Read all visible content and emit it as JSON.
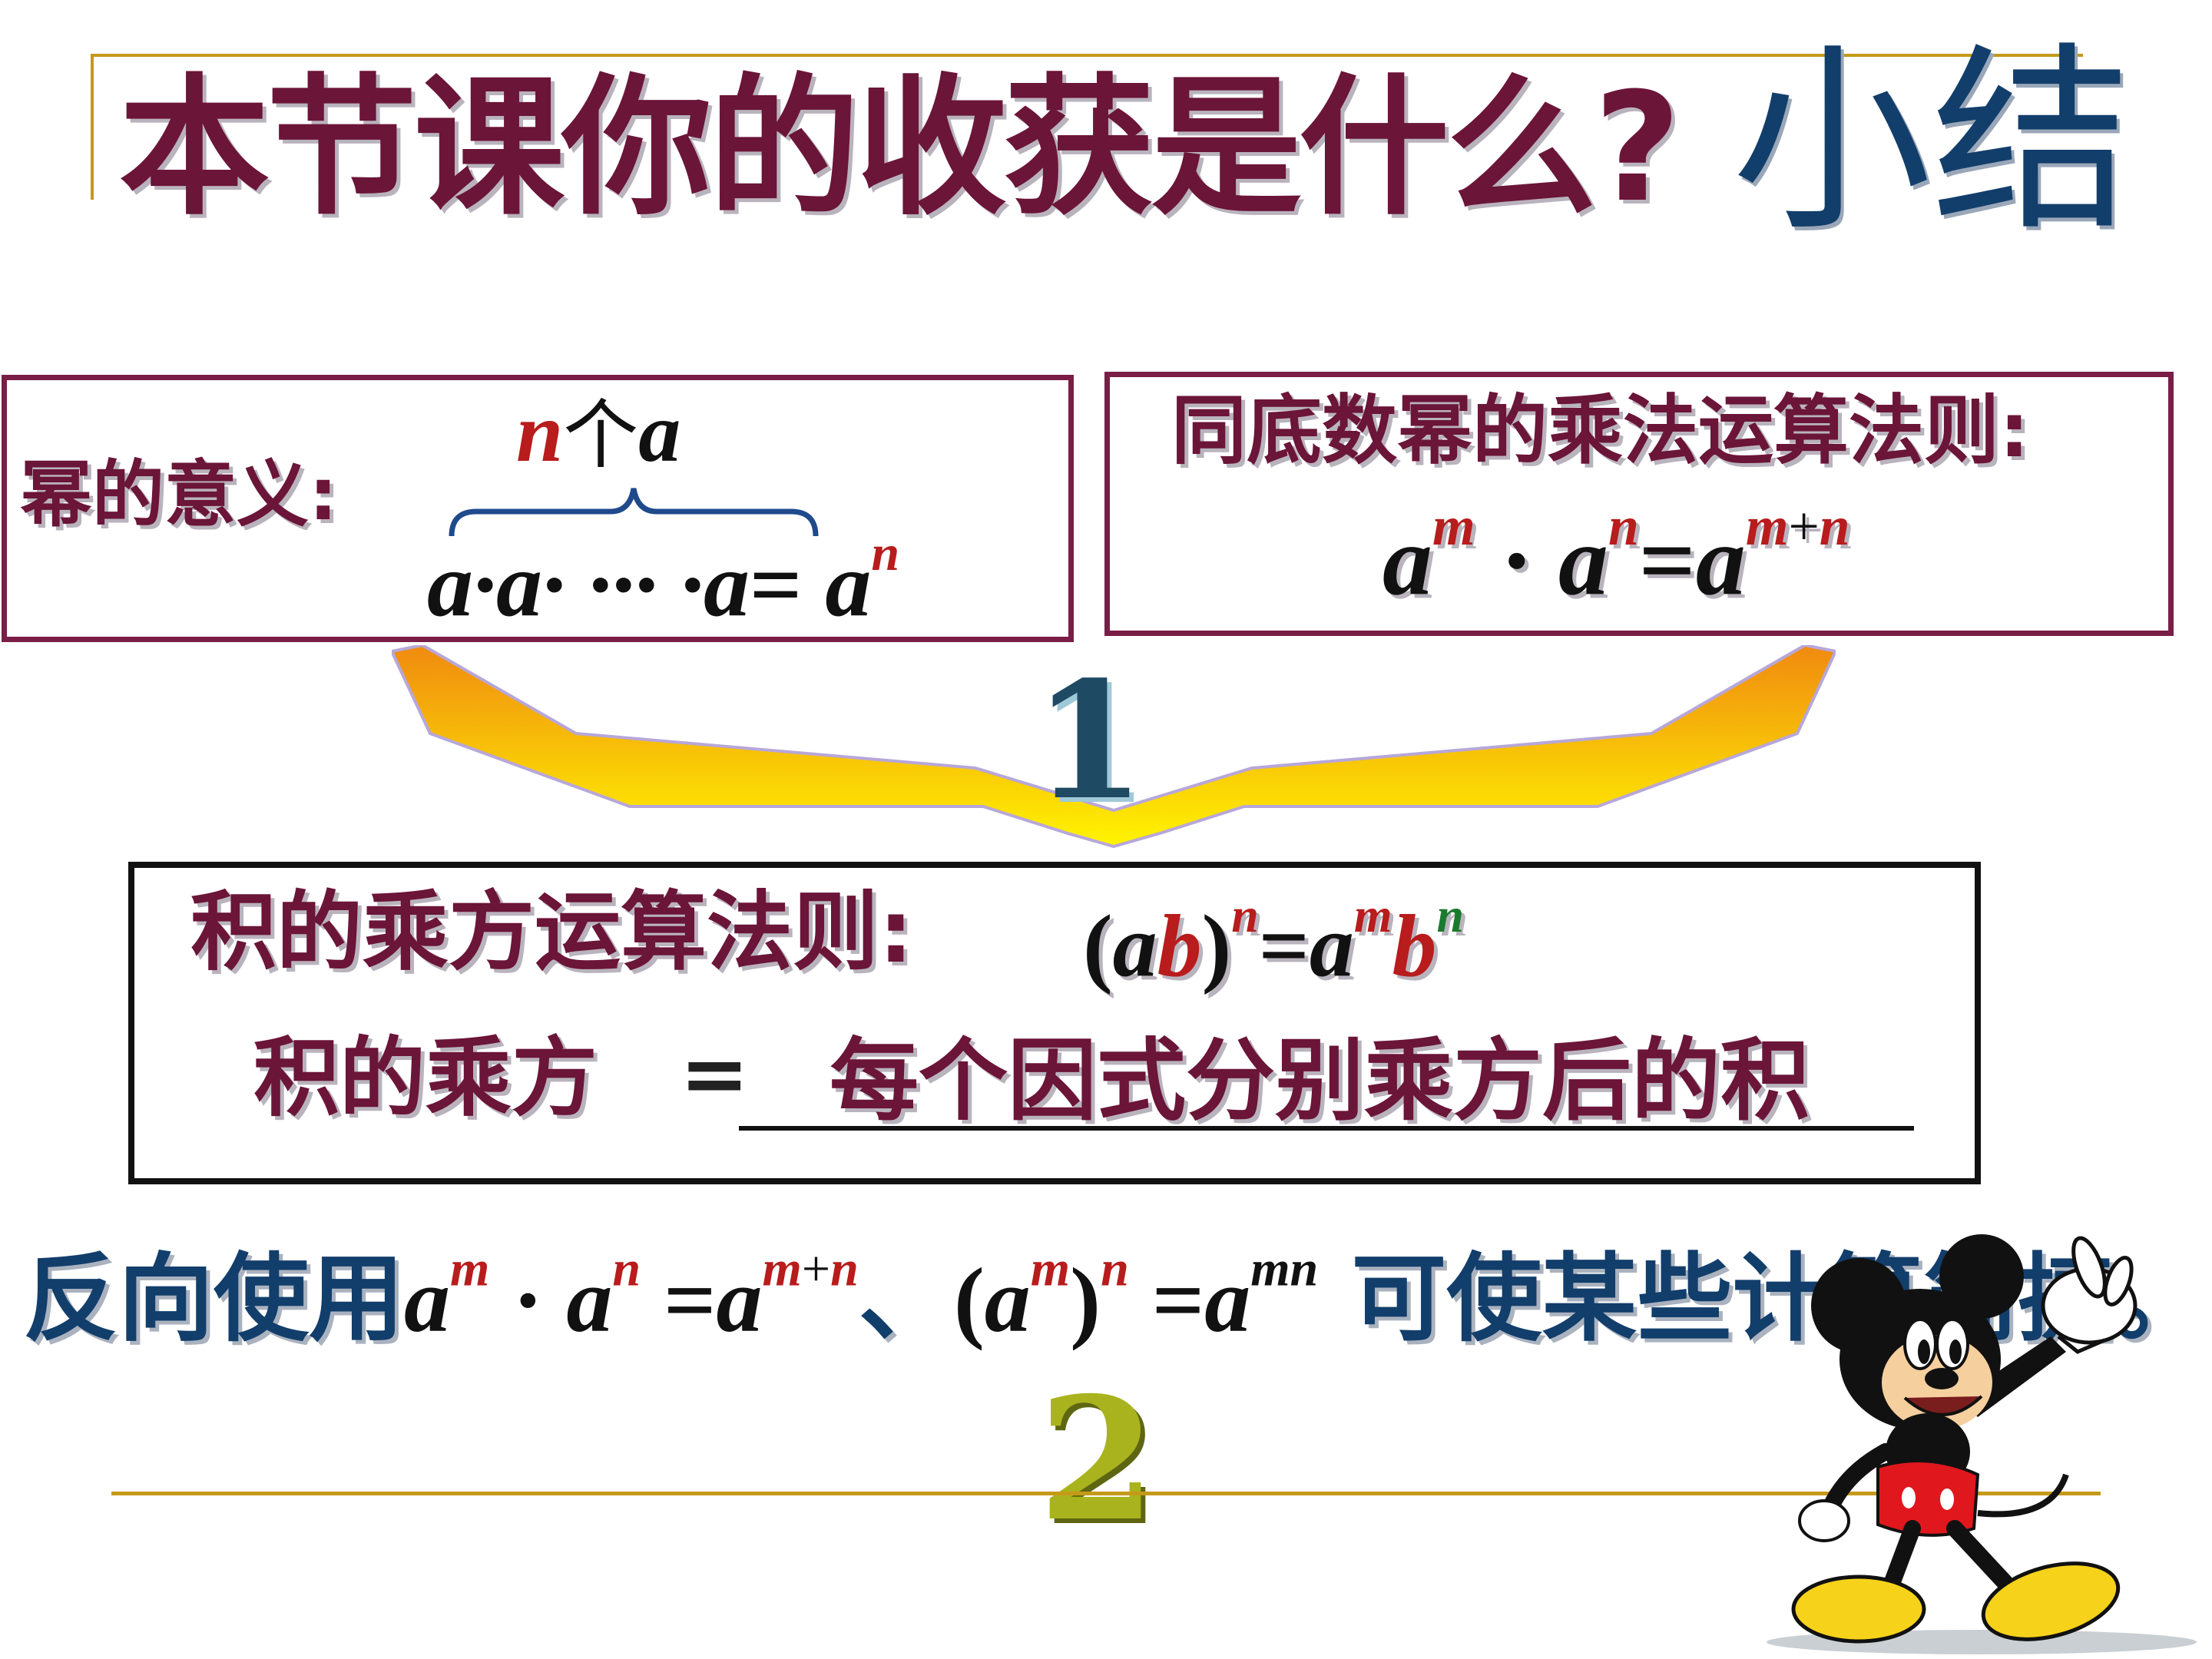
{
  "title": "本节课你的收获是什么?",
  "summary_label": "小结",
  "power_meaning": {
    "label": "幂的意义:",
    "count_n": "n",
    "count_text": "个",
    "count_a": "a",
    "product": "a·a· ··· ·a",
    "equals": "=",
    "result_base": "a",
    "result_exp": "n"
  },
  "same_base_rule": {
    "title": "同底数幂的乘法运算法则:",
    "base1": "a",
    "exp1": "m",
    "dot": "·",
    "base2": "a",
    "exp2": "n",
    "equals": "=",
    "base3": "a",
    "exp3_m": "m",
    "exp3_plus": "+",
    "exp3_n": "n"
  },
  "product_power_rule": {
    "title": "积的乘方运算法则:",
    "lparen": "(",
    "a": "a",
    "b": "b",
    "rparen": ")",
    "exp": "n",
    "equals": "=",
    "rhs_a": "a",
    "rhs_a_exp": "m",
    "rhs_b": "b",
    "rhs_b_exp": "n",
    "statement_lhs": "积的乘方",
    "statement_eq": "=",
    "statement_rhs": "每个因式分别乘方后的积"
  },
  "reverse_use": {
    "prefix": "反向使用",
    "f1_base1": "a",
    "f1_exp1": "m",
    "f1_dot": "·",
    "f1_base2": "a",
    "f1_exp2": "n",
    "f1_equals": "=",
    "f1_base3": "a",
    "f1_exp3_m": "m",
    "f1_exp3_plus": "+",
    "f1_exp3_n": "n",
    "separator": "、",
    "f2_lparen": "(",
    "f2_base": "a",
    "f2_inner_exp": "m",
    "f2_rparen": ")",
    "f2_outer_exp": "n",
    "f2_equals": "=",
    "f2_rhs_base": "a",
    "f2_rhs_exp": "mn",
    "suffix": "可使某些计算简捷。"
  },
  "badges": {
    "one": "1",
    "two": "2"
  },
  "colors": {
    "maroon": "#6b1538",
    "navy": "#123e6b",
    "red": "#b81c1c",
    "gold_rule": "#c49a18"
  },
  "icons": [
    "curved-arrow-icon",
    "mickey-mouse-illustration"
  ]
}
